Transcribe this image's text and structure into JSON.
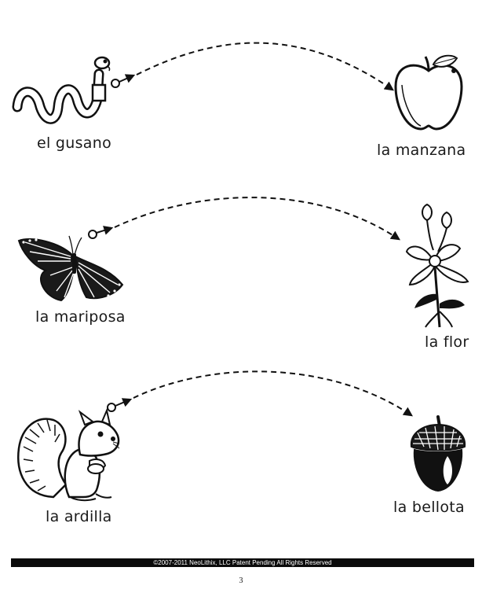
{
  "pairs": [
    {
      "left_label": "el gusano",
      "right_label": "la manzana",
      "left_icon": "worm-icon",
      "right_icon": "apple-icon"
    },
    {
      "left_label": "la mariposa",
      "right_label": "la flor",
      "left_icon": "butterfly-icon",
      "right_icon": "flower-icon"
    },
    {
      "left_label": "la ardilla",
      "right_label": "la bellota",
      "left_icon": "squirrel-icon",
      "right_icon": "acorn-icon"
    }
  ],
  "footer": {
    "copyright": "©2007-2011  NeoLithix, LLC  Patent Pending  All Rights Reserved"
  },
  "page_number": "3"
}
